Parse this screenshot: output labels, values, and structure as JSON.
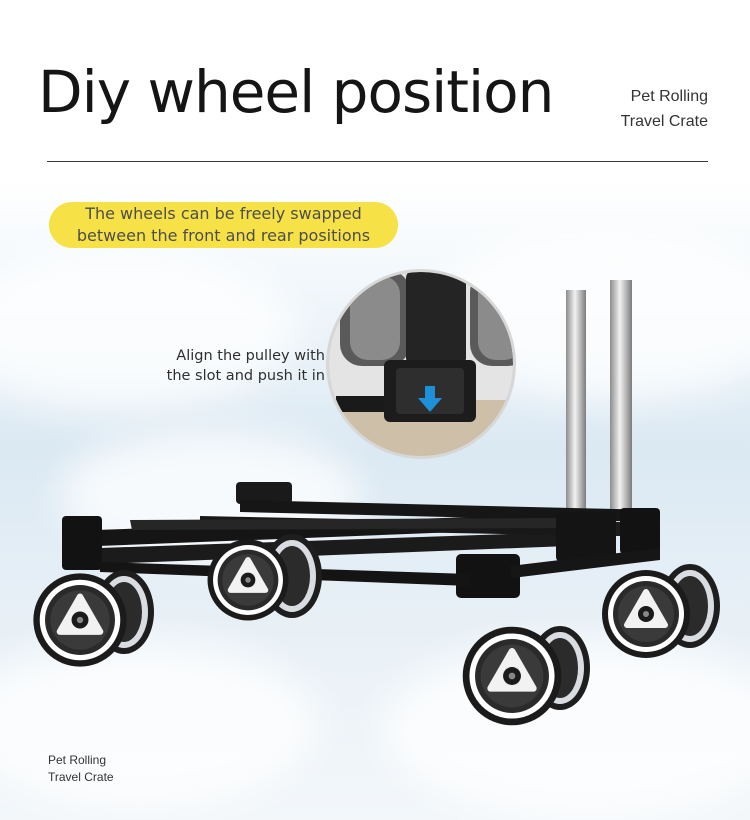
{
  "header": {
    "title": "Diy wheel position",
    "brand_line1": "Pet Rolling",
    "brand_line2": "Travel Crate"
  },
  "callout": {
    "line1": "The wheels can be freely swapped",
    "line2": "between the front and rear positions",
    "color": "#f6e247"
  },
  "instruction": {
    "line1": "Align the pulley with",
    "line2": "the slot and push it in"
  },
  "footer": {
    "brand_line1": "Pet Rolling",
    "brand_line2": "Travel Crate"
  },
  "icons": {
    "zoom_arrow": "down-arrow-icon",
    "arrow_color": "#1e90d8"
  }
}
